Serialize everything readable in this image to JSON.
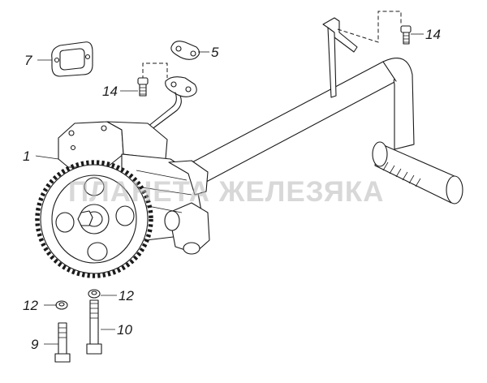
{
  "diagram": {
    "watermark": "ПЛАНЕТА ЖЕЛЕЗЯКА",
    "callouts": [
      {
        "id": "c1",
        "label": "1"
      },
      {
        "id": "c5",
        "label": "5"
      },
      {
        "id": "c7",
        "label": "7"
      },
      {
        "id": "c9",
        "label": "9"
      },
      {
        "id": "c10",
        "label": "10"
      },
      {
        "id": "c12a",
        "label": "12"
      },
      {
        "id": "c12b",
        "label": "12"
      },
      {
        "id": "c14a",
        "label": "14"
      },
      {
        "id": "c14b",
        "label": "14"
      }
    ]
  }
}
